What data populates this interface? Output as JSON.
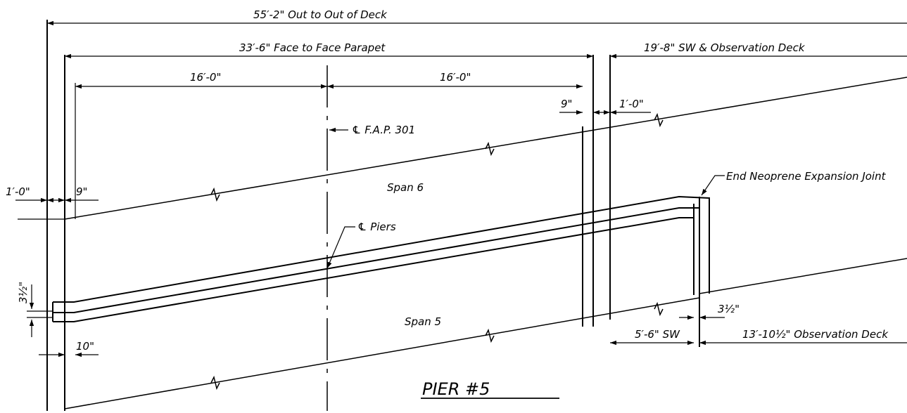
{
  "dimensions": {
    "overall_deck": "55′-2\" Out to Out of Deck",
    "face_to_face": "33′-6\" Face to Face Parapet",
    "sw_obs_deck": "19′-8\" SW & Observation Deck",
    "left_half": "16′-0\"",
    "right_half": "16′-0\"",
    "parapet_9_right": "9\"",
    "gap_1_0_right": "1′-0\"",
    "edge_1_0_left": "1′-0\"",
    "parapet_9_left": "9\"",
    "joint_3_5_left": "3½\"",
    "offset_10": "10\"",
    "joint_3_5_right": "3½\"",
    "sw_5_6": "5′-6\" SW",
    "obs_deck_13": "13′-10½\" Observation Deck"
  },
  "labels": {
    "centerline_fap": "℄ F.A.P. 301",
    "centerline_piers": "℄ Piers",
    "span_6": "Span 6",
    "span_5": "Span 5",
    "expansion_joint": "End Neoprene Expansion Joint"
  },
  "title": {
    "main": "PIER #5"
  }
}
